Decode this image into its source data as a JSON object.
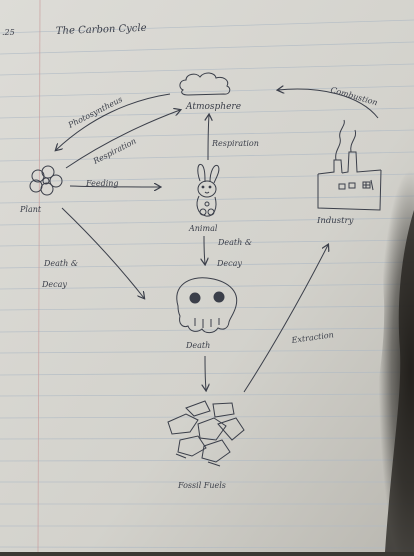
{
  "page": {
    "date_fragment": ".25",
    "title": "The Carbon Cycle"
  },
  "nodes": {
    "atmosphere": "Atmosphere",
    "plant": "Plant",
    "animal": "Animal",
    "industry": "Industry",
    "death": "Death",
    "fossil_fuels": "Fossil Fuels"
  },
  "processes": {
    "photosynthesis": "Photosyntheus",
    "respiration_plant": "Respiration",
    "respiration_animal": "Respiration",
    "feeding": "Feeding",
    "combustion": "Combustion",
    "death_decay_plant_1": "Death &",
    "death_decay_plant_2": "Decay",
    "death_decay_animal_1": "Death &",
    "death_decay_animal_2": "Decay",
    "extraction": "Extraction"
  },
  "colors": {
    "paper": "#d8d7d2",
    "rule_line": "#aeb9c4",
    "margin_line": "#c99a9a",
    "ink": "#3b3f4a",
    "shadow": "#2b2925"
  }
}
